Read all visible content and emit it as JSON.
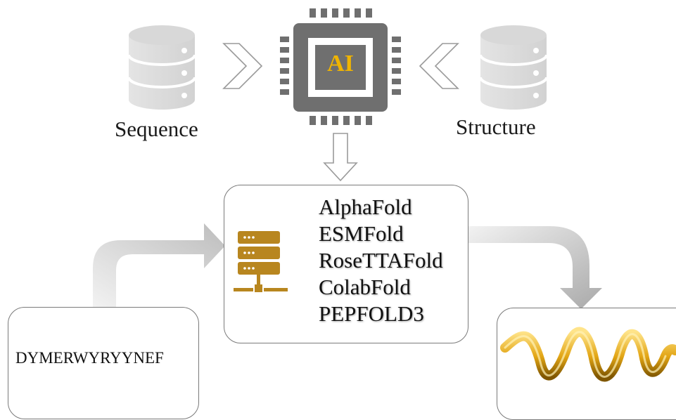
{
  "inputs": {
    "sequence_label": "Sequence",
    "structure_label": "Structure"
  },
  "chip": {
    "label": "AI",
    "icon": "ai-chip-icon"
  },
  "tools": {
    "icon": "server-icon",
    "items": [
      "AlphaFold",
      "ESMFold",
      "RoseTTAFold",
      "ColabFold",
      "PEPFOLD3"
    ]
  },
  "input_sequence": {
    "value": "DYMERWYRYYNEF"
  },
  "output": {
    "icon": "alpha-helix-icon"
  },
  "colors": {
    "chip_gray": "#6f6f6f",
    "ai_gold": "#f0b400",
    "server_brown": "#b8861f",
    "helix_gold": "#e8b020",
    "database_gray": "#dcdcdc",
    "arrow_gray": "#cfcfcf"
  }
}
